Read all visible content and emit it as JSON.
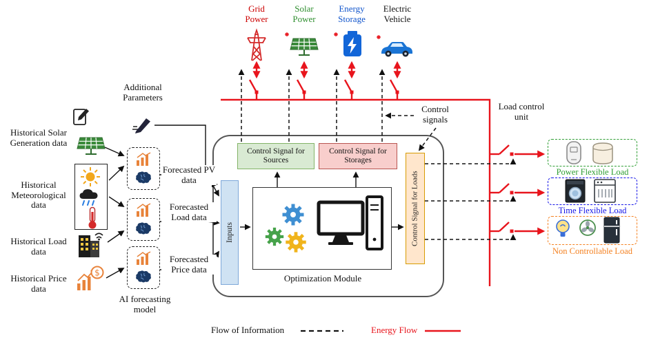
{
  "sources": [
    {
      "label": "Grid Power",
      "color": "#cc0000",
      "icon": "transmission-tower-icon"
    },
    {
      "label": "Solar Power",
      "color": "#2f8f2f",
      "icon": "solar-panel-icon"
    },
    {
      "label": "Energy Storage",
      "color": "#1155cc",
      "icon": "battery-storage-icon"
    },
    {
      "label": "Electric Vehicle",
      "color": "#111111",
      "icon": "electric-car-icon"
    }
  ],
  "left_column": {
    "additional_parameters_label": "Additional Parameters",
    "historical_inputs": [
      {
        "label": "Historical Solar Generation data",
        "icon": "solar-panel-icon"
      },
      {
        "label": "Historical Meteorological data",
        "icon": "sun-raincloud-thermometer-icons"
      },
      {
        "label": "Historical Load data",
        "icon": "building-icon"
      },
      {
        "label": "Historical Price data",
        "icon": "price-chart-icon"
      }
    ],
    "ai_model_label": "AI forecasting model",
    "forecasts": [
      {
        "label": "Forecasted PV data"
      },
      {
        "label": "Forecasted Load data"
      },
      {
        "label": "Forecasted Price data"
      }
    ]
  },
  "optimization_module": {
    "title": "Optimization Module",
    "inputs_label": "Inputs",
    "control_sources_label": "Control Signal for Sources",
    "control_storages_label": "Control Signal for Storages",
    "control_loads_label": "Control Signal for Loads"
  },
  "annotations": {
    "control_signals": "Control signals",
    "load_control_unit": "Load control unit"
  },
  "loads": [
    {
      "label": "Power Flexible Load",
      "color": "#2e9e33",
      "icons": [
        "water-heater-icon",
        "storage-tank-icon"
      ]
    },
    {
      "label": "Time Flexible Load",
      "color": "#1414e8",
      "icons": [
        "washing-machine-icon",
        "dishwasher-icon"
      ]
    },
    {
      "label": "Non Controllable Load",
      "color": "#f4801f",
      "icons": [
        "light-bulb-icon",
        "fan-icon",
        "fridge-icon"
      ]
    }
  ],
  "legend": {
    "information_label": "Flow of Information",
    "energy_label": "Energy Flow"
  },
  "colors": {
    "energy_flow": "#e8141c",
    "information_flow": "#111111",
    "sources_box_bg": "#d9ead3",
    "sources_box_border": "#82b366",
    "storages_box_bg": "#f8cecc",
    "storages_box_border": "#b85450",
    "inputs_box_bg": "#cfe2f3",
    "inputs_box_border": "#7da7d9",
    "loads_box_bg": "#ffe6cc",
    "loads_box_border": "#d79b00"
  }
}
